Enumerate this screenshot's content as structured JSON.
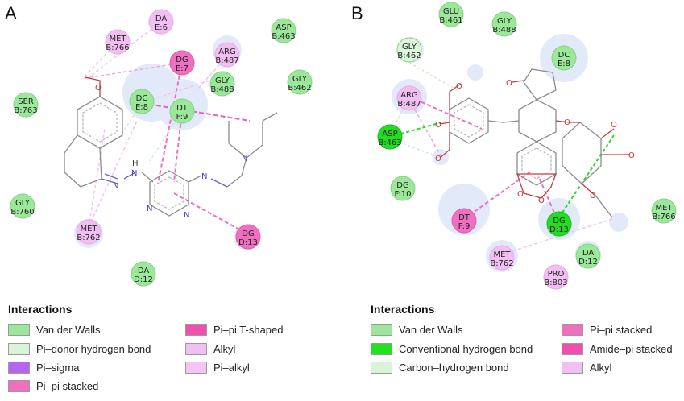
{
  "panels": [
    {
      "letter": "A",
      "legend_title": "Interactions",
      "legend": [
        {
          "label": "Van der Walls",
          "color": "#9be89b"
        },
        {
          "label": "Pi–donor hydrogen bond",
          "color": "#d9f4d9"
        },
        {
          "label": "Pi–sigma",
          "color": "#b565f2"
        },
        {
          "label": "Pi–pi stacked",
          "color": "#f06fc0"
        },
        {
          "label": "Pi–pi T-shaped",
          "color": "#f04fb0"
        },
        {
          "label": "Alkyl",
          "color": "#f1bff1"
        },
        {
          "label": "Pi–alkyl",
          "color": "#f4c4f4"
        }
      ],
      "residues": [
        {
          "name": "DA",
          "num": "E:6",
          "type": "alkyl"
        },
        {
          "name": "MET",
          "num": "B:766",
          "type": "alkyl"
        },
        {
          "name": "DG",
          "num": "E:7",
          "type": "pistack"
        },
        {
          "name": "ARG",
          "num": "B:487",
          "type": "alkyl"
        },
        {
          "name": "ASP",
          "num": "B:463",
          "type": "vdw"
        },
        {
          "name": "GLY",
          "num": "B:462",
          "type": "vdw"
        },
        {
          "name": "GLY",
          "num": "B:488",
          "type": "vdw"
        },
        {
          "name": "DC",
          "num": "E:8",
          "type": "vdw"
        },
        {
          "name": "DT",
          "num": "F:9",
          "type": "vdw"
        },
        {
          "name": "SER",
          "num": "B:763",
          "type": "vdw"
        },
        {
          "name": "GLY",
          "num": "B:760",
          "type": "vdw"
        },
        {
          "name": "MET",
          "num": "B:762",
          "type": "alkyl"
        },
        {
          "name": "DG",
          "num": "D:13",
          "type": "pistack"
        },
        {
          "name": "DA",
          "num": "D:12",
          "type": "vdw"
        }
      ],
      "atom_labels": [
        "H"
      ]
    },
    {
      "letter": "B",
      "legend_title": "Interactions",
      "legend": [
        {
          "label": "Van der Walls",
          "color": "#9be89b"
        },
        {
          "label": "Conventional hydrogen bond",
          "color": "#22e022"
        },
        {
          "label": "Carbon–hydrogen bond",
          "color": "#d9f4d9"
        },
        {
          "label": "Pi–pi stacked",
          "color": "#f06fc0"
        },
        {
          "label": "Amide–pi stacked",
          "color": "#f04fb0"
        },
        {
          "label": "Alkyl",
          "color": "#f1bff1"
        }
      ],
      "residues": [
        {
          "name": "GLU",
          "num": "B:461",
          "type": "vdw"
        },
        {
          "name": "GLY",
          "num": "B:488",
          "type": "vdw"
        },
        {
          "name": "GLY",
          "num": "B:462",
          "type": "carbonh"
        },
        {
          "name": "DC",
          "num": "E:8",
          "type": "vdw"
        },
        {
          "name": "ARG",
          "num": "B:487",
          "type": "alkyl"
        },
        {
          "name": "ASP",
          "num": "B:463",
          "type": "hbond"
        },
        {
          "name": "DG",
          "num": "F:10",
          "type": "vdw"
        },
        {
          "name": "DT",
          "num": "F:9",
          "type": "pistack"
        },
        {
          "name": "DG",
          "num": "D:13",
          "type": "hbond"
        },
        {
          "name": "MET",
          "num": "B:766",
          "type": "vdw"
        },
        {
          "name": "MET",
          "num": "B:762",
          "type": "alkyl"
        },
        {
          "name": "DA",
          "num": "D:12",
          "type": "vdw"
        },
        {
          "name": "PRO",
          "num": "B:803",
          "type": "alkyl"
        }
      ],
      "atom_labels": [
        "O",
        "O",
        "O",
        "O",
        "O",
        "O",
        "O",
        "O",
        "O",
        "O"
      ]
    }
  ],
  "colors": {
    "vdw": "#9be89b",
    "hbond": "#22dd22",
    "carbonh": "#dcf5dc",
    "pistack": "#f06fc0",
    "alkyl": "#f1bff1",
    "halo": "#dde6f8",
    "bond": "#8c8c8c",
    "oxygen": "#d23030",
    "nitrogen": "#4040d8"
  }
}
